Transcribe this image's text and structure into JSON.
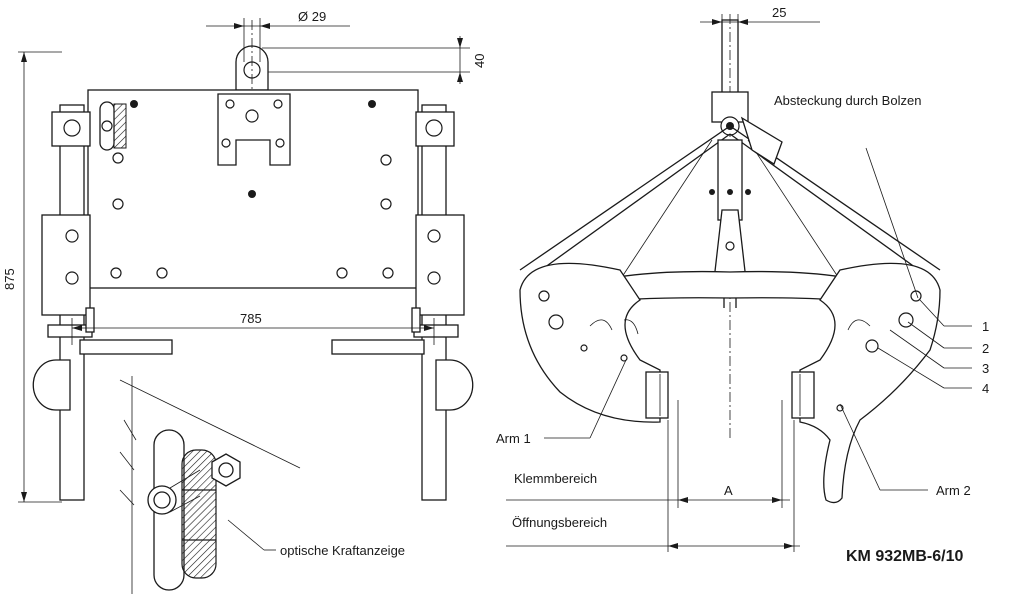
{
  "dimensions": {
    "pin_diameter": "Ø 29",
    "eye_height": "40",
    "total_height": "875",
    "width": "785",
    "shackle_width": "25",
    "clamp_opening": "A"
  },
  "labels": {
    "force_indicator": "optische Kraftanzeige",
    "pin_lock": "Absteckung durch Bolzen",
    "arm1": "Arm 1",
    "arm2": "Arm 2",
    "clamping_range": "Klemmbereich",
    "opening_range": "Öffnungsbereich",
    "pos1": "1",
    "pos2": "2",
    "pos3": "3",
    "pos4": "4"
  },
  "model": "KM 932MB-6/10"
}
